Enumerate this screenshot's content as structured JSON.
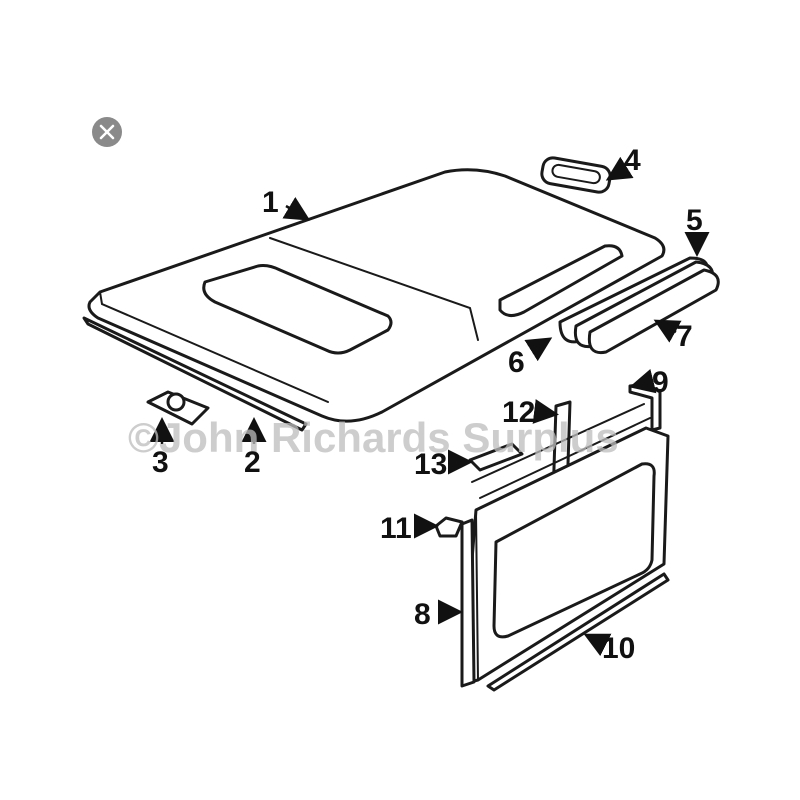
{
  "watermark": "©John Richards Surplus",
  "close_icon": "close-icon",
  "colors": {
    "ink": "#1a1a1a",
    "watermark": "#bdbdbd",
    "close_bg": "#8a8a8a"
  },
  "callouts": [
    "1",
    "2",
    "3",
    "4",
    "5",
    "6",
    "7",
    "8",
    "9",
    "10",
    "11",
    "12",
    "13"
  ]
}
